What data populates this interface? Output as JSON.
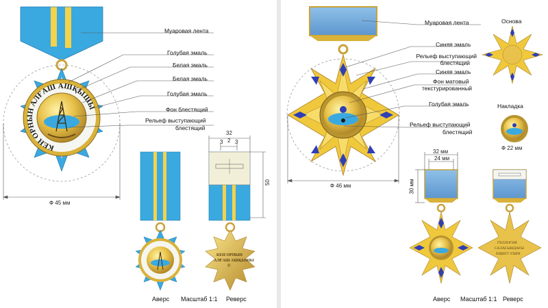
{
  "left": {
    "callouts": {
      "ribbon": "Муаровая лента",
      "blue1": "Голубая эмаль",
      "white1": "Белая эмаль",
      "white2": "Белая  эмаль",
      "blue2": "Голубая эмаль",
      "glossy": "Фон блестящий",
      "relief1": "Рельеф выступающий",
      "relief2": "блестящий"
    },
    "medal_text": "КЕН ОРНЫН АЛҒАШ АШҚЫШЫ",
    "reverse_text_1": "КЕН ОРНЫН",
    "reverse_text_2": "АЛҒАШ АШҚЫШЫ",
    "reverse_mark": "®",
    "dims": {
      "diameter": "Ф 45 мм",
      "ribbon_width": "32",
      "stripe_a": "3",
      "stripe_b": "2",
      "stripe_c": "3",
      "height": "50"
    },
    "captions": {
      "obverse": "Аверс",
      "scale": "Масштаб 1:1",
      "reverse": "Реверс"
    }
  },
  "right": {
    "callouts": {
      "ribbon": "Муаровая лента",
      "blue1": "Синяя эмаль",
      "relief1a": "Рельеф выступающий",
      "relief1b": "блестящий",
      "blue2": "Синяя эмаль",
      "matte1": "Фон матовый",
      "matte2": "текстурированный",
      "lightblue": "Голубая эмаль",
      "relief2a": "Рельеф выступающий",
      "relief2b": "блестящий"
    },
    "titles": {
      "base": "Основа",
      "overlay": "Накладка"
    },
    "medal_text": "ГЕОЛОГИЯ САЛАСЫНДАҒЫ ЕҢБЕГІ ҮШІН",
    "reverse_text_1": "ГЕОЛОГИЯ",
    "reverse_text_2": "САЛАСЫНДАҒЫ",
    "reverse_text_3": "ЕҢБЕГІ ҮШІН",
    "dims": {
      "diameter": "Ф 46 мм",
      "overlay_d": "Ф 22 мм",
      "w32": "32 мм",
      "w24": "24 мм",
      "h30": "30 мм"
    },
    "captions": {
      "obverse": "Аверс",
      "scale": "Масштаб 1:1",
      "reverse": "Реверс"
    }
  },
  "colors": {
    "light_blue": "#3aa9e0",
    "yellow": "#f4d24a",
    "gold": "#d9b23a",
    "dark_gold": "#a7802a",
    "white_enamel": "#e6eef5",
    "royal_blue": "#2f3fb5",
    "ribbon_blue": "#6fa8d8"
  }
}
